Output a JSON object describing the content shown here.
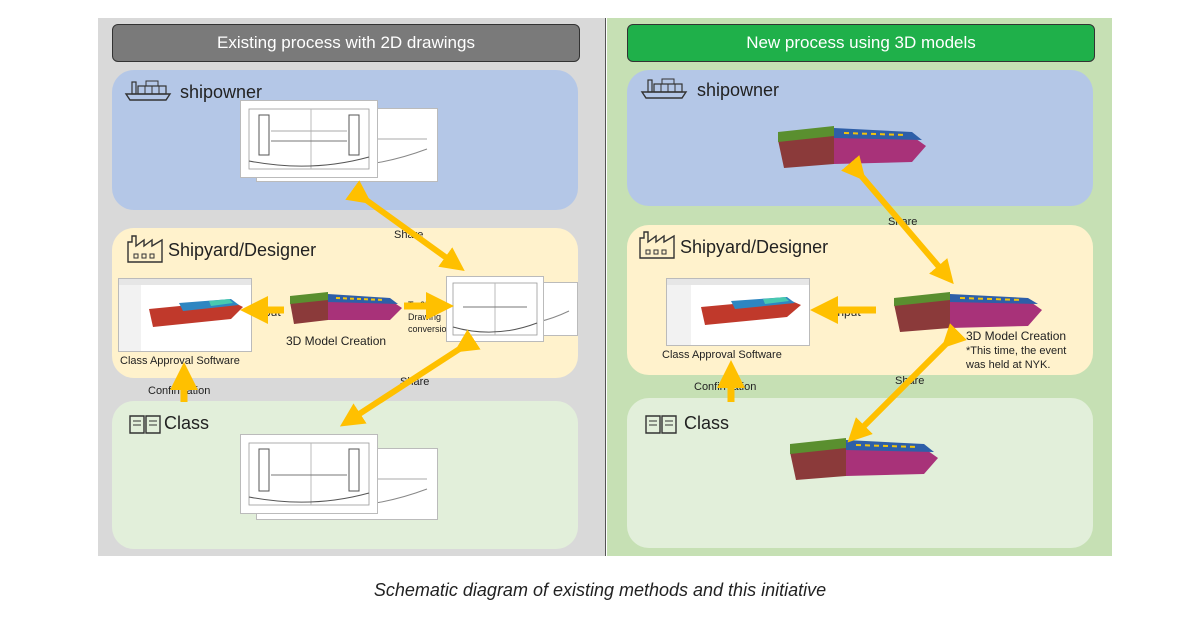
{
  "left": {
    "header": "Existing process with 2D drawings",
    "shipowner_label": "shipowner",
    "shipyard_label": "Shipyard/Designer",
    "class_label": "Class",
    "input_label": "Input",
    "model_creation_label": "3D Model Creation",
    "to_2d_lines": [
      "To 2D",
      "Drawing",
      "conversion"
    ],
    "class_approval_label": "Class Approval Software",
    "confirmation_label": "Confirmation",
    "share_label_top": "Share",
    "share_label_bottom": "Share"
  },
  "right": {
    "header": "New process using 3D models",
    "shipowner_label": "shipowner",
    "shipyard_label": "Shipyard/Designer",
    "class_label": "Class",
    "input_label": "Input",
    "model_creation_label": "3D Model Creation",
    "note_lines": [
      "*This time, the event",
      "was held at NYK."
    ],
    "class_approval_label": "Class Approval Software",
    "confirmation_label": "Confirmation",
    "share_label_top": "Share",
    "share_label_bottom": "Share"
  },
  "caption": "Schematic diagram of existing methods and this initiative",
  "colors": {
    "left_header": "#7a7a7a",
    "right_header": "#1fb04a",
    "left_panel": "#d9d9d9",
    "right_panel": "#c6e0b4",
    "shipowner_zone": "#b4c7e7",
    "shipyard_zone": "#fff2cc",
    "class_zone": "#e2efda",
    "arrow": "#ffc000"
  },
  "icons": {
    "shipowner": "ship-icon",
    "shipyard": "factory-icon",
    "class": "book-icon"
  }
}
